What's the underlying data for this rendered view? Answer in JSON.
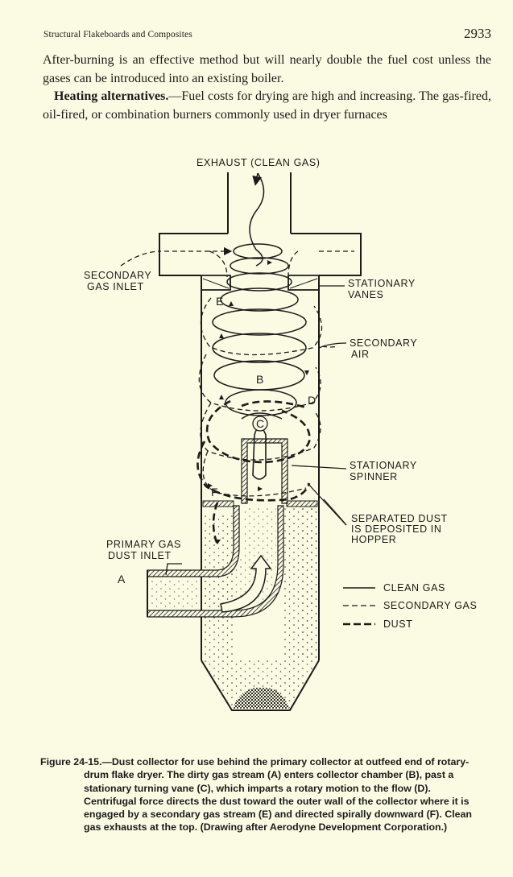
{
  "header": {
    "running_title": "Structural Flakeboards and Composites",
    "page_number": "2933"
  },
  "body": {
    "para1": "After-burning is an effective method but will nearly double the fuel cost unless the gases can be introduced into an existing boiler.",
    "para2_heading": "Heating alternatives.",
    "para2_text": "—Fuel costs for drying are high and increasing. The gas-fired, oil-fired, or combination burners commonly used in dryer furnaces"
  },
  "figure": {
    "labels": {
      "exhaust": "EXHAUST (CLEAN GAS)",
      "secondary_gas_inlet_1": "SECONDARY",
      "secondary_gas_inlet_2": "GAS INLET",
      "stationary_vanes_1": "STATIONARY",
      "stationary_vanes_2": "VANES",
      "secondary_air_1": "SECONDARY",
      "secondary_air_2": "AIR",
      "stationary_spinner_1": "STATIONARY",
      "stationary_spinner_2": "SPINNER",
      "separated_dust_1": "SEPARATED DUST",
      "separated_dust_2": "IS DEPOSITED IN",
      "separated_dust_3": "HOPPER",
      "primary_gas_1": "PRIMARY GAS",
      "primary_gas_2": "DUST INLET",
      "letter_a": "A",
      "letter_b": "B",
      "letter_c": "C",
      "letter_d": "D",
      "letter_e": "E",
      "letter_f": "F"
    },
    "legend": [
      {
        "label": "CLEAN GAS",
        "style": "solid"
      },
      {
        "label": "SECONDARY GAS",
        "style": "dashed"
      },
      {
        "label": "DUST",
        "style": "heavy-dashed"
      }
    ]
  },
  "caption": {
    "number": "Figure 24-15.",
    "text": "—Dust collector for use behind the primary collector at outfeed end of rotary-drum flake dryer. The dirty gas stream (A) enters collector chamber (B), past a stationary turning vane (C), which imparts a rotary motion to the flow (D). Centrifugal force directs the dust toward the outer wall of the collector where it is engaged by a secondary gas stream (E) and directed spirally downward (F). Clean gas exhausts at the top. (Drawing after Aerodyne Development Corporation.)"
  }
}
